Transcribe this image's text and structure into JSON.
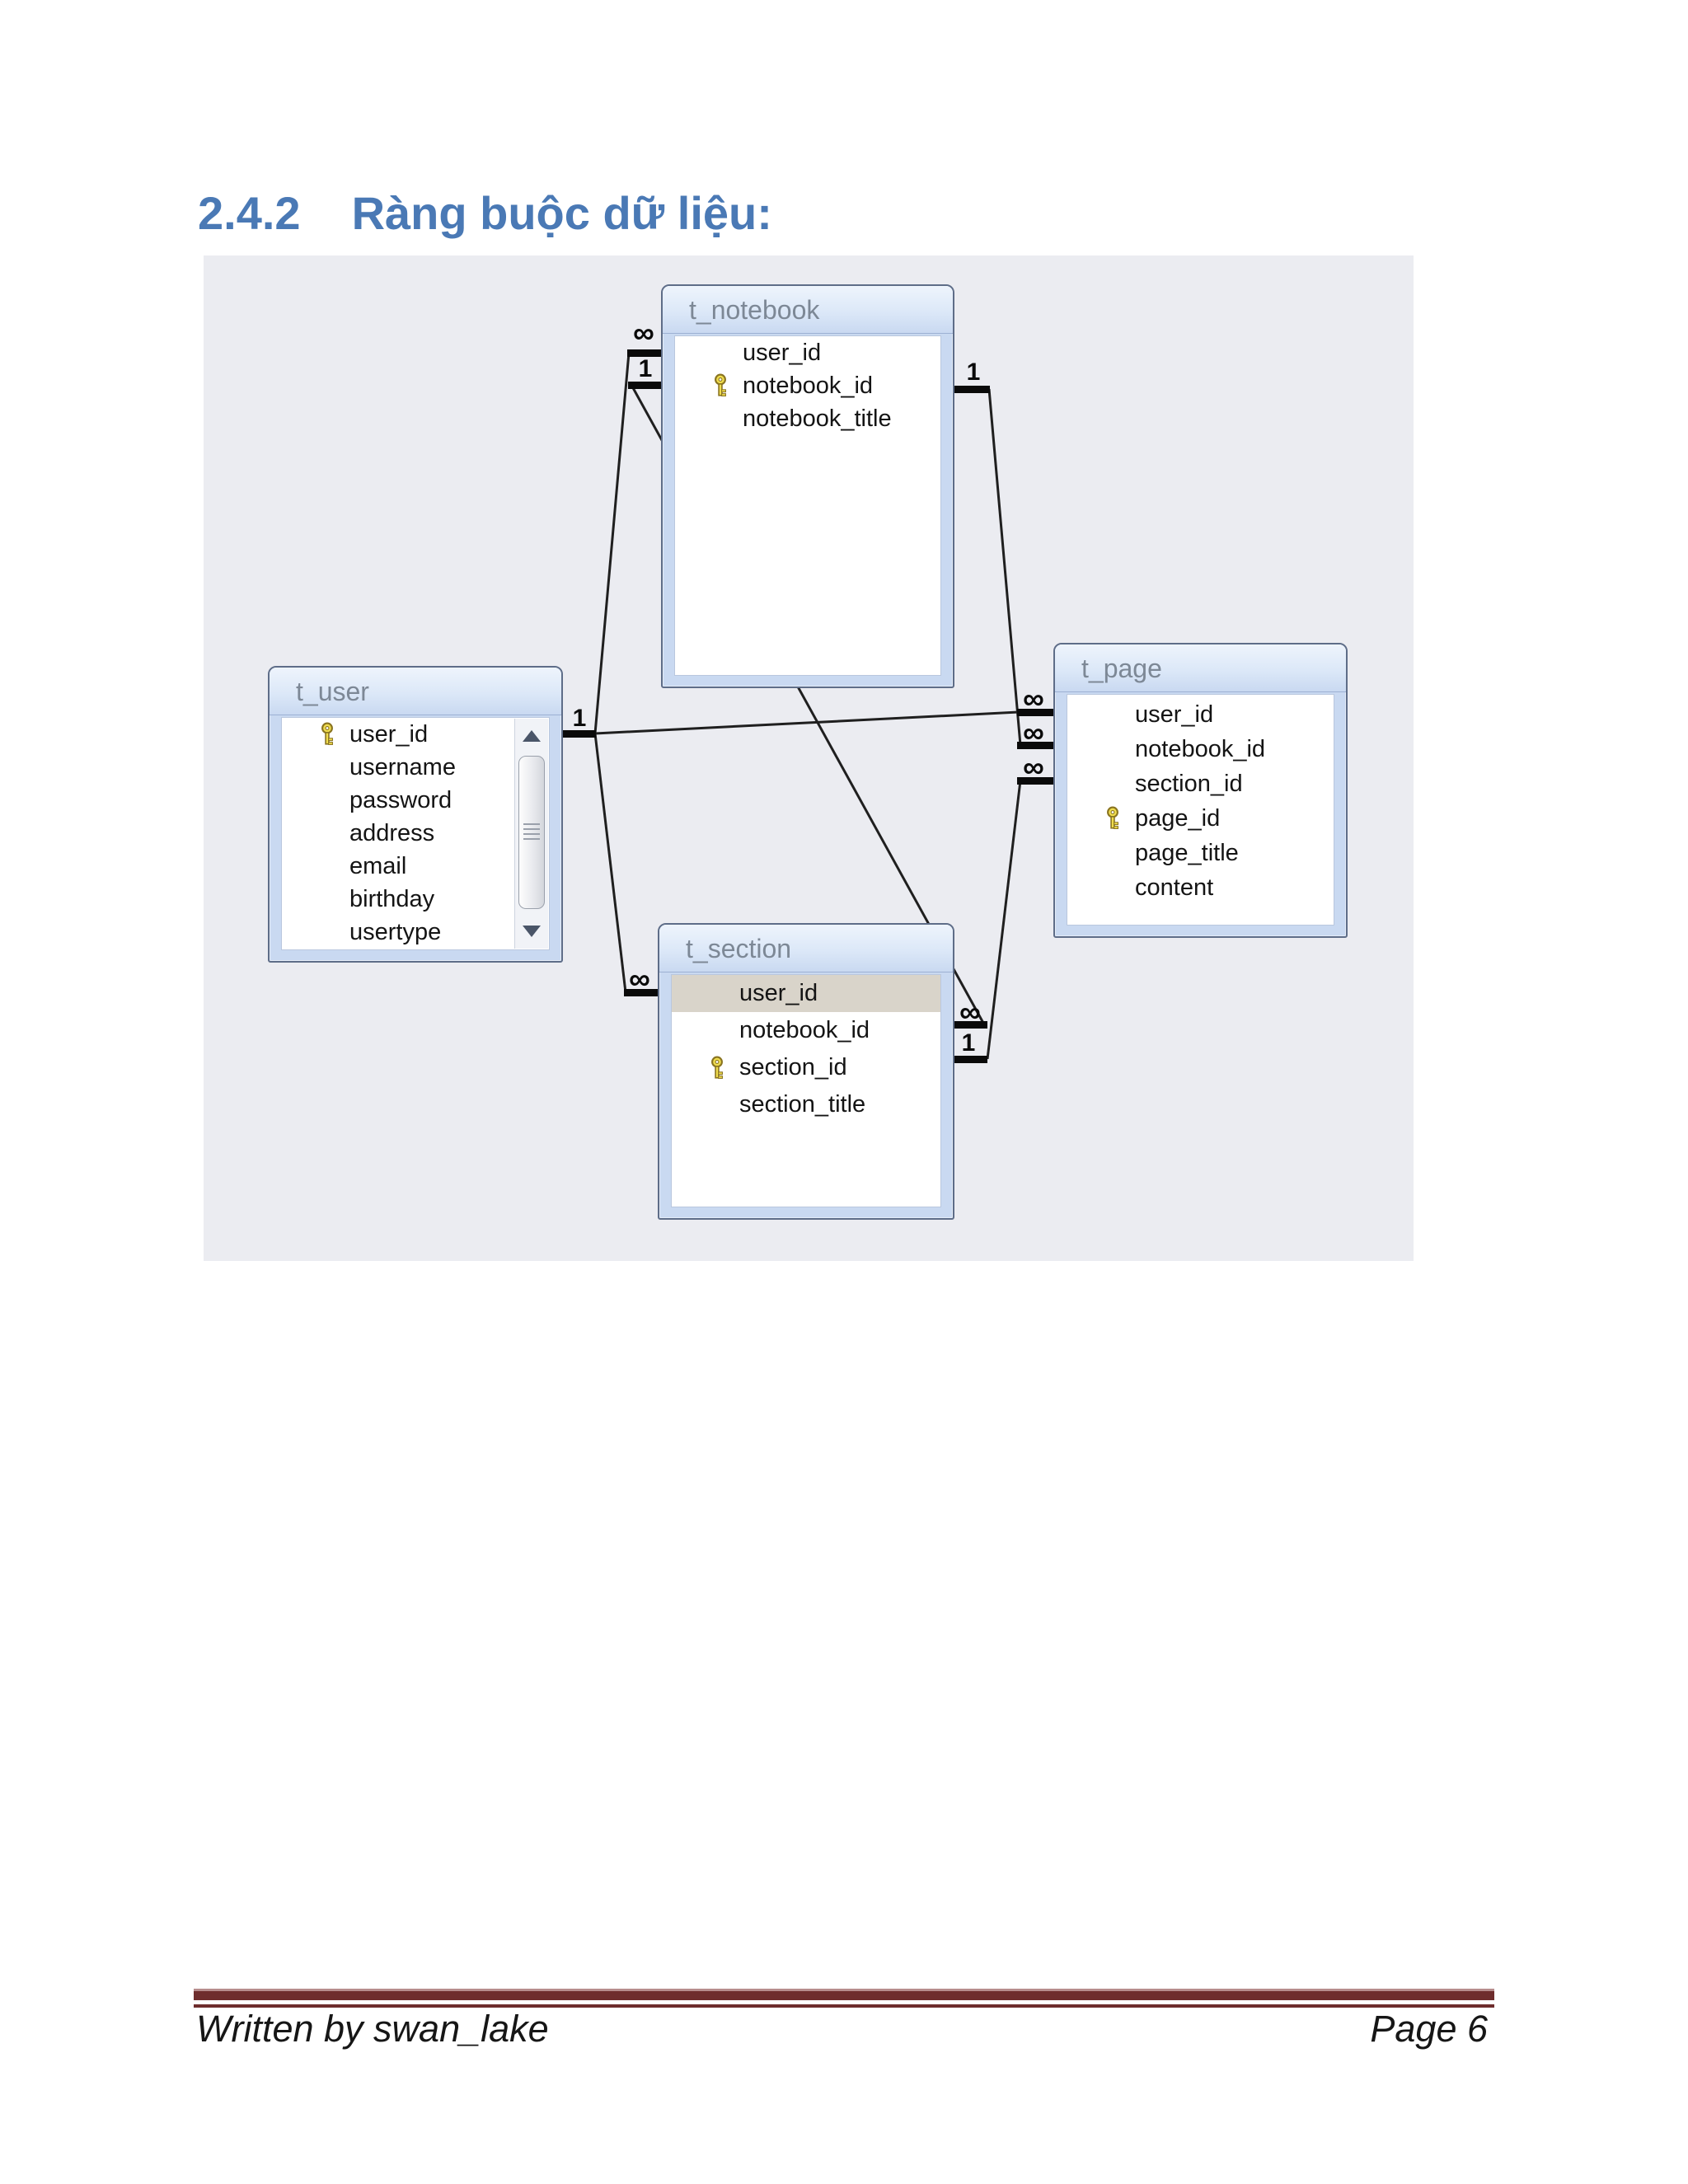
{
  "page": {
    "heading": {
      "number": "2.4.2",
      "title": "Ràng buộc dữ liệu:"
    },
    "footer": {
      "author": "Written by swan_lake",
      "page_number": "Page 6"
    }
  },
  "diagram": {
    "cardinality": {
      "one": "1",
      "many": "∞"
    },
    "tables": [
      {
        "name": "t_notebook",
        "fields": [
          {
            "name": "user_id",
            "is_key": false
          },
          {
            "name": "notebook_id",
            "is_key": true
          },
          {
            "name": "notebook_title",
            "is_key": false
          }
        ]
      },
      {
        "name": "t_user",
        "has_scrollbar": true,
        "fields": [
          {
            "name": "user_id",
            "is_key": true
          },
          {
            "name": "username",
            "is_key": false
          },
          {
            "name": "password",
            "is_key": false
          },
          {
            "name": "address",
            "is_key": false
          },
          {
            "name": "email",
            "is_key": false
          },
          {
            "name": "birthday",
            "is_key": false
          },
          {
            "name": "usertype",
            "is_key": false
          }
        ]
      },
      {
        "name": "t_page",
        "fields": [
          {
            "name": "user_id",
            "is_key": false
          },
          {
            "name": "notebook_id",
            "is_key": false
          },
          {
            "name": "section_id",
            "is_key": false
          },
          {
            "name": "page_id",
            "is_key": true
          },
          {
            "name": "page_title",
            "is_key": false
          },
          {
            "name": "content",
            "is_key": false
          }
        ]
      },
      {
        "name": "t_section",
        "selected_field": "user_id",
        "fields": [
          {
            "name": "user_id",
            "is_key": false,
            "selected": true
          },
          {
            "name": "notebook_id",
            "is_key": false
          },
          {
            "name": "section_id",
            "is_key": true
          },
          {
            "name": "section_title",
            "is_key": false
          }
        ]
      }
    ],
    "relationships": [
      {
        "from_table": "t_user",
        "from_card": "1",
        "to_table": "t_notebook",
        "to_card": "∞"
      },
      {
        "from_table": "t_user",
        "from_card": "1",
        "to_table": "t_page",
        "to_card": "∞"
      },
      {
        "from_table": "t_user",
        "from_card": "1",
        "to_table": "t_section",
        "to_card": "∞"
      },
      {
        "from_table": "t_notebook",
        "from_card": "1",
        "to_table": "t_section",
        "to_card": "∞"
      },
      {
        "from_table": "t_notebook",
        "from_card": "1",
        "to_table": "t_page",
        "to_card": "∞"
      },
      {
        "from_table": "t_section",
        "from_card": "1",
        "to_table": "t_page",
        "to_card": "∞"
      }
    ],
    "colors": {
      "canvas_background": "#ebecf1",
      "table_header_gradient_top": "#eef4fc",
      "table_body": "#c9d9f1",
      "table_title_text": "#7d8896",
      "selected_row": "#d9d4ca",
      "line": "#1f1f1f",
      "key_icon_gold": "#f0dd4e",
      "heading_blue": "#4a79b5",
      "footer_rule_maroon": "#6e2d2d"
    }
  }
}
